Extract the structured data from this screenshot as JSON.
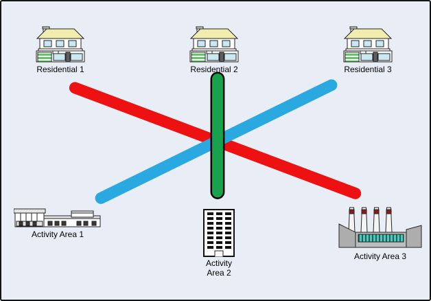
{
  "diagram": {
    "background_color": "#e9edf6",
    "border_color": "#141414",
    "nodes": {
      "residential_1": {
        "label": "Residential 1",
        "icon": "house-icon"
      },
      "residential_2": {
        "label": "Residential 2",
        "icon": "house-icon"
      },
      "residential_3": {
        "label": "Residential 3",
        "icon": "house-icon"
      },
      "activity_area_1": {
        "label": "Activity Area 1",
        "icon": "retail-building-icon"
      },
      "activity_area_2": {
        "label": "Activity Area 2",
        "label_lines": [
          "Activity",
          "Area 2"
        ],
        "icon": "office-tower-icon"
      },
      "activity_area_3": {
        "label": "Activity Area 3",
        "icon": "factory-icon"
      }
    },
    "links": [
      {
        "from": "Residential 1",
        "to": "Activity Area 3",
        "color": "#ee1111",
        "style": "thick-rounded"
      },
      {
        "from": "Residential 3",
        "to": "Activity Area 1",
        "color": "#2aa8e0",
        "style": "thick-rounded"
      },
      {
        "from": "Residential 2",
        "to": "Activity Area 2",
        "color": "#17a24b",
        "outline_color": "#000000",
        "style": "thick-rounded-outlined"
      }
    ]
  }
}
